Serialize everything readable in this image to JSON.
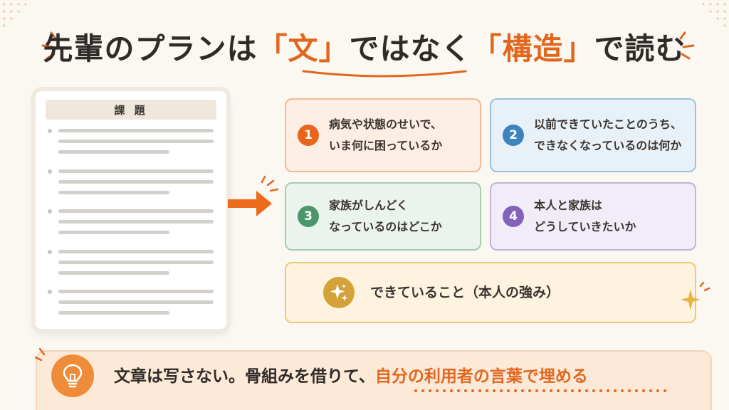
{
  "title": {
    "part1": "先輩のプランは",
    "accent1": "「文」",
    "part2": "ではなく",
    "accent2": "「構造」",
    "part3": "で読む"
  },
  "doc": {
    "header": "課 題"
  },
  "cards": [
    {
      "num": "1",
      "line1": "病気や状態のせいで、",
      "line2": "いま何に困っているか"
    },
    {
      "num": "2",
      "line1": "以前できていたことのうち、",
      "line2": "できなくなっているのは何か"
    },
    {
      "num": "3",
      "line1": "家族がしんどく",
      "line2": "なっているのはどこか"
    },
    {
      "num": "4",
      "line1": "本人と家族は",
      "line2": "どうしていきたいか"
    }
  ],
  "strengths": {
    "label": "できていること（本人の強み）",
    "icon": "sparkle-icon"
  },
  "banner": {
    "text_plain": "文章は写さない。骨組みを借りて、",
    "text_accent": "自分の利用者の言葉で埋める",
    "icon": "lightbulb-icon"
  },
  "colors": {
    "accent": "#e2671e",
    "card1": "#e9651c",
    "card2": "#3d84be",
    "card3": "#4b966a",
    "card4": "#8362bb",
    "gold": "#d3a33a"
  }
}
